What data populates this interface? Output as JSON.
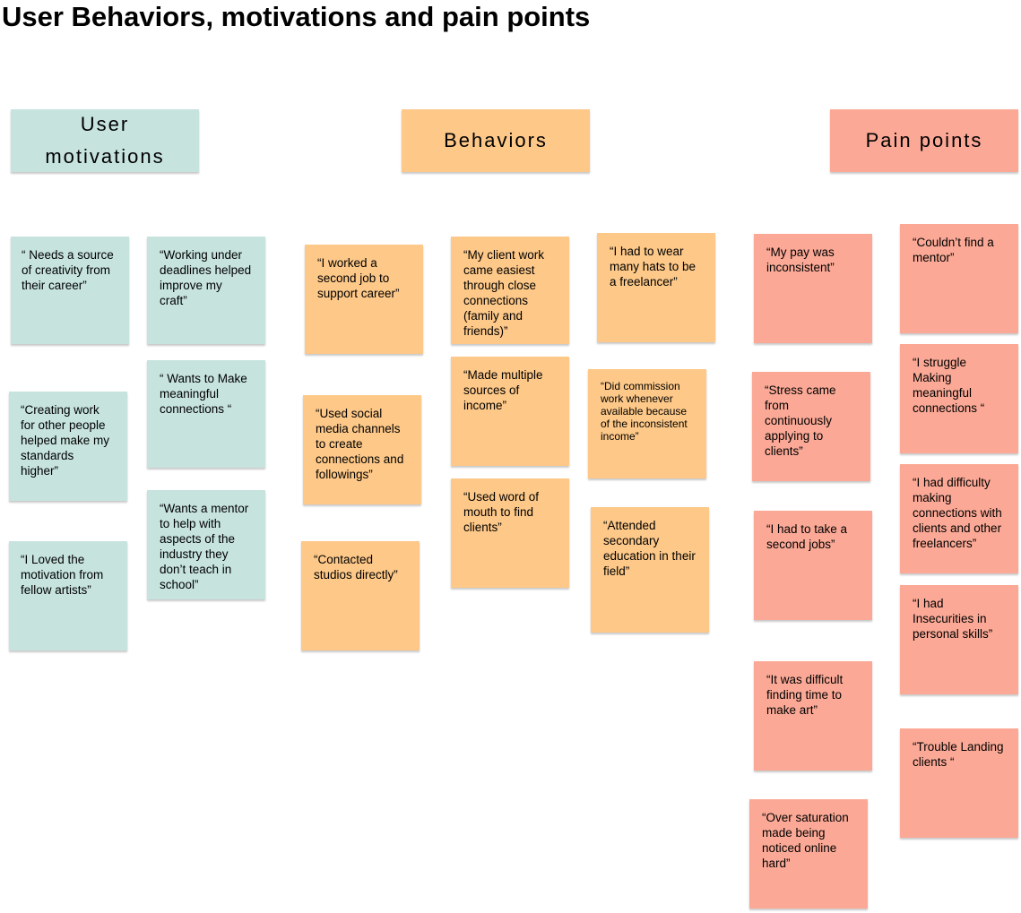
{
  "title": "User Behaviors, motivations and pain points",
  "colors": {
    "motivations": "#c6e3de",
    "behaviors": "#fdc888",
    "pain_points": "#fba996"
  },
  "headers": {
    "motivations": "User motivations",
    "behaviors": "Behaviors",
    "pain_points": "Pain points"
  },
  "motivations": [
    "“ Needs a source of creativity from their career”",
    "“Working under deadlines helped improve my craft”",
    "“ Wants to Make meaningful connections “",
    "“Creating work for other people helped make my standards higher”",
    "“Wants a mentor to help with aspects of the industry they don’t teach in school”",
    "“I Loved the motivation from fellow artists”"
  ],
  "behaviors": [
    "“I worked a second job to support career”",
    "“My client work came easiest through close connections (family and friends)”",
    "“I had to wear many hats to be a freelancer”",
    "“Made multiple sources of income”",
    "“Did commission work whenever available because of the inconsistent income”",
    "“Used social media channels to create connections and followings”",
    "“Used word of mouth to find clients”",
    "“Attended secondary education in their field”",
    "“Contacted studios directly”"
  ],
  "pain_points": [
    "“My pay was inconsistent”",
    "“Couldn’t find a mentor”",
    "“I struggle Making meaningful connections “",
    "“Stress came from continuously applying to clients”",
    "“I had difficulty making connections with clients and other freelancers”",
    "“I had to take a second jobs”",
    "“I had Insecurities in personal skills”",
    "“It was difficult finding time to make art”",
    "“Trouble Landing clients “",
    "“Over saturation made being noticed online hard”"
  ]
}
